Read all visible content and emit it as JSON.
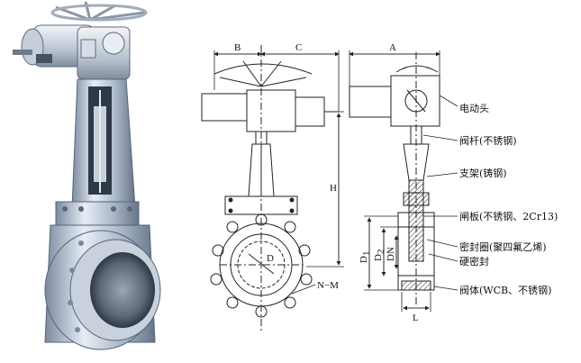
{
  "dimensions": {
    "a": "A",
    "b": "B",
    "c": "C",
    "h": "H",
    "d": "D",
    "d1": "D",
    "d1_sub": "1",
    "d2": "D",
    "d2_sub": "2",
    "dn": "DN",
    "nm": "N−M",
    "l": "L"
  },
  "callouts": [
    {
      "label": "电动头"
    },
    {
      "label": "阀杆(不锈钢)"
    },
    {
      "label": "支架(铸钢)"
    },
    {
      "label": "闸板(不锈钢、2Cr13)"
    },
    {
      "label": "密封圈(聚四氟乙烯)"
    },
    {
      "label": "硬密封"
    },
    {
      "label": "阀体(WCB、不锈钢)"
    }
  ],
  "colors": {
    "line": "#222222",
    "metal_light": "#dfe6ef",
    "metal_mid": "#a9b6c6",
    "metal_dark": "#6c7a8c"
  }
}
